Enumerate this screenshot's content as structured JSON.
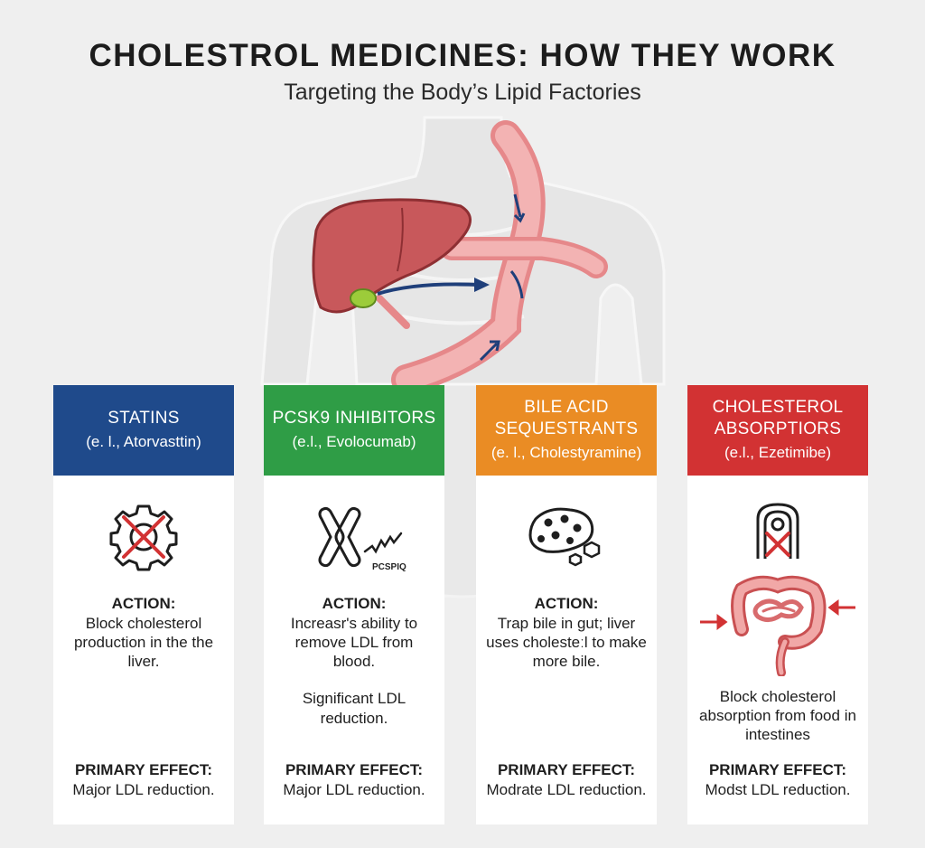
{
  "title": "CHOLESTROL MEDICINES: HOW THEY WORK",
  "subtitle": "Targeting the Body’s Lipid Factories",
  "colors": {
    "statins": "#1f4a8b",
    "pcsk9": "#2f9d46",
    "bile": "#ea8c24",
    "absorption": "#d23233"
  },
  "cards": [
    {
      "name": "STATINS",
      "example": "(e. l., Atorvasttin)",
      "icon": "gear-blocked-icon",
      "action_label": "ACTION:",
      "action_text": "Block cholesterol production in the the liver.",
      "extra_text": "",
      "effect_label": "PRIMARY EFFECT:",
      "effect_value": "Major LDL reduction."
    },
    {
      "name": "PCSK9 INHIBITORS",
      "example": "(e.l., Evolocumab)",
      "icon": "antibody-icon",
      "icon_tag": "PCSPIQ",
      "action_label": "ACTION:",
      "action_text": "Increasr's ability to remove LDL from blood.",
      "extra_text": "Significant LDL reduction.",
      "effect_label": "PRIMARY EFFECT:",
      "effect_value": "Major LDL reduction."
    },
    {
      "name": "BILE ACID SEQUESTRANTS",
      "example": "(e. l., Cholestyramine)",
      "icon": "resin-sponge-icon",
      "action_label": "ACTION:",
      "action_text": "Trap bile in gut; liver uses cholesteːl to make more bile.",
      "extra_text": "",
      "effect_label": "PRIMARY EFFECT:",
      "effect_value": "Modrate LDL reduction."
    },
    {
      "name": "CHOLESTEROL ABSORPTIORS",
      "example": "(e.l., Ezetimibe)",
      "icon": "intestine-blocked-icon",
      "action_label": "",
      "action_text": "Block cholesterol absorption from food in intestines",
      "extra_text": "",
      "effect_label": "PRIMARY EFFECT:",
      "effect_value": "Modst LDL reduction."
    }
  ]
}
